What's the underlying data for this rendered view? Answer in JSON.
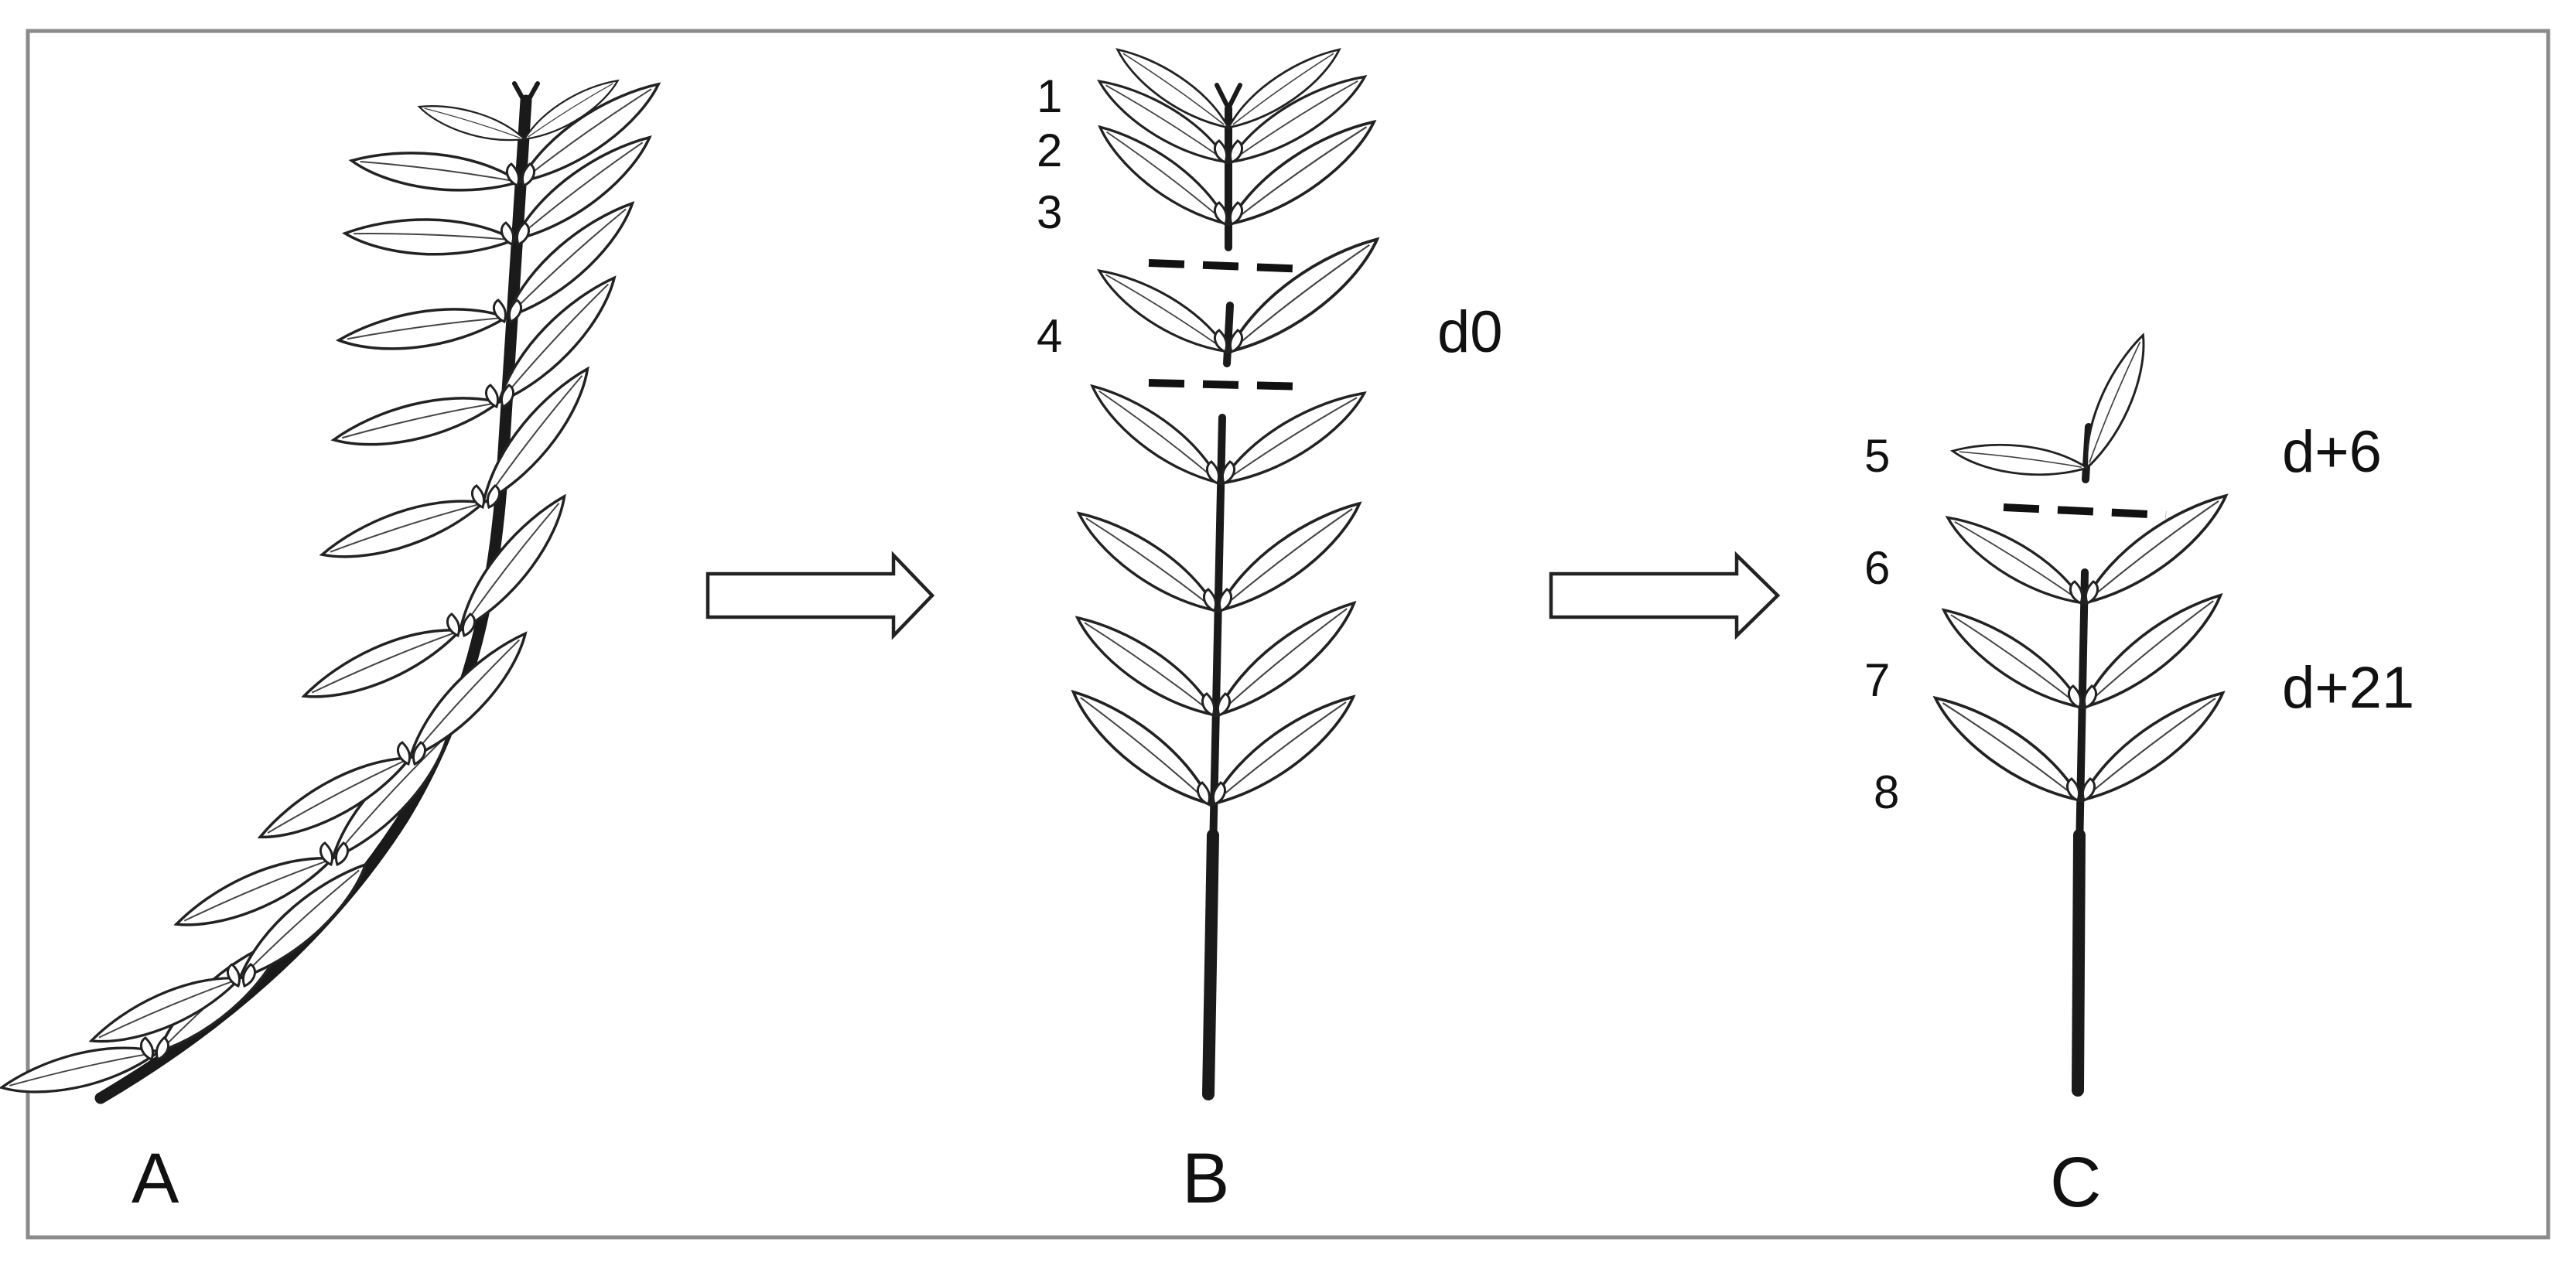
{
  "panels": {
    "a": {
      "label": "A"
    },
    "b": {
      "label": "B"
    },
    "c": {
      "label": "C"
    }
  },
  "node_numbers": [
    "1",
    "2",
    "3",
    "4",
    "5",
    "6",
    "7",
    "8"
  ],
  "time_labels": {
    "d0": "d0",
    "d6": "d+6",
    "d21": "d+21"
  }
}
